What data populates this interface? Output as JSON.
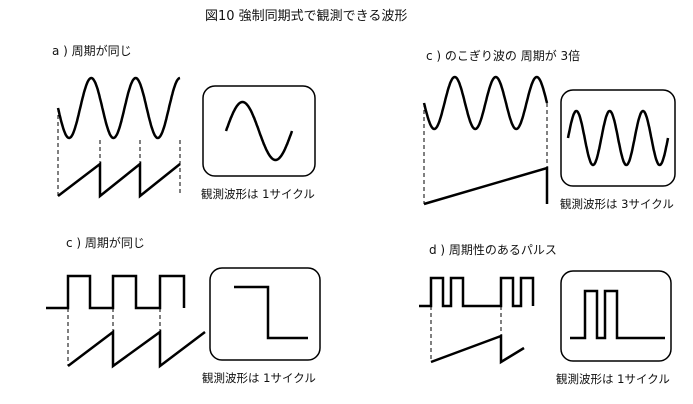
{
  "figure": {
    "title": "図10 強制同期式で観測できる波形"
  },
  "panels": [
    {
      "label": "a ) 周期が同じ",
      "caption": "観測波形は 1サイクル"
    },
    {
      "label": "c ) のこぎり波の 周期が 3倍",
      "caption": "観測波形は 3サイクル"
    },
    {
      "label": "c ) 周期が同じ",
      "caption": "観測波形は 1サイクル"
    },
    {
      "label": "d ) 周期性のあるパルス",
      "caption": "観測波形は 1サイクル"
    }
  ]
}
